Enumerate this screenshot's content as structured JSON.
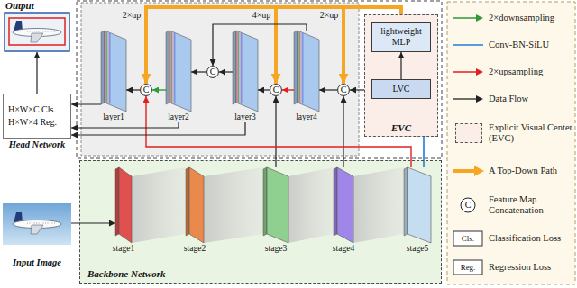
{
  "diagram": {
    "nodes": [
      {
        "text": [
          "Output"
        ]
      },
      {
        "text": [
          "H×W×C Cls.",
          "H×W×4 Reg.",
          "Head Network"
        ]
      },
      {
        "text": [
          "layer1"
        ]
      },
      {
        "text": [
          "C"
        ]
      },
      {
        "text": [
          "layer2"
        ]
      },
      {
        "text": [
          "C"
        ]
      },
      {
        "text": [
          "layer3"
        ]
      },
      {
        "text": [
          "C"
        ]
      },
      {
        "text": [
          "layer4"
        ]
      },
      {
        "text": [
          "C"
        ]
      },
      {
        "text": [
          "EVC"
        ]
      },
      {
        "text": [
          "lightweight MLP"
        ],
        "in": 10
      },
      {
        "text": [
          "LVC"
        ],
        "in": 10
      },
      {
        "text": [
          "Backbone Network"
        ]
      },
      {
        "text": [
          "stage1"
        ],
        "in": 13
      },
      {
        "text": [
          "stage2"
        ],
        "in": 13
      },
      {
        "text": [
          "stage3"
        ],
        "in": 13
      },
      {
        "text": [
          "stage4"
        ],
        "in": 13
      },
      {
        "text": [
          "stage5"
        ],
        "in": 13
      },
      {
        "text": [
          "Input Image"
        ]
      }
    ],
    "edges": [
      {
        "from": 19,
        "to": 14,
        "arrow": "to"
      },
      {
        "from": 18,
        "to": 10,
        "arrow": "none"
      },
      {
        "from": 12,
        "to": 11,
        "arrow": "to"
      },
      {
        "from": 10,
        "to": 3,
        "arrow": "to"
      },
      {
        "from": 10,
        "to": 7,
        "arrow": "to"
      },
      {
        "from": 10,
        "to": 9,
        "arrow": "to"
      },
      {
        "from": 10,
        "to": 9,
        "arrow": "to"
      },
      {
        "from": 17,
        "to": 9,
        "arrow": "to"
      },
      {
        "from": 16,
        "to": 7,
        "arrow": "to"
      },
      {
        "from": 18,
        "to": 3,
        "arrow": "to"
      },
      {
        "from": 9,
        "to": 8,
        "arrow": "to"
      },
      {
        "from": 8,
        "to": 7,
        "arrow": "to"
      },
      {
        "from": 7,
        "to": 6,
        "arrow": "to"
      },
      {
        "from": 8,
        "to": 5,
        "arrow": "to"
      },
      {
        "from": 6,
        "to": 5,
        "arrow": "to"
      },
      {
        "from": 5,
        "to": 4,
        "arrow": "to"
      },
      {
        "from": 4,
        "to": 3,
        "arrow": "to"
      },
      {
        "from": 3,
        "to": 2,
        "arrow": "to"
      },
      {
        "from": 2,
        "to": 1,
        "arrow": "to"
      },
      {
        "from": 4,
        "to": 1,
        "arrow": "to"
      },
      {
        "from": 6,
        "to": 1,
        "arrow": "to"
      },
      {
        "from": 1,
        "to": 0,
        "arrow": "to"
      }
    ],
    "labels": [
      "2×up",
      "4×up",
      "2×up",
      "C",
      "Cls.",
      "Reg."
    ],
    "legend": [
      {
        "text": "2×downsampling"
      },
      {
        "text": "Conv-BN-SiLU"
      },
      {
        "text": "2×upsampling"
      },
      {
        "text": "Data Flow"
      },
      {
        "text": "Explicit Visual Center (EVC)",
        "color": "#fbeee8"
      },
      {
        "text": "A Top-Down Path"
      },
      {
        "text": "Feature Map Concatenation"
      },
      {
        "text": "Classification Loss"
      },
      {
        "text": "Regression Loss"
      }
    ]
  }
}
